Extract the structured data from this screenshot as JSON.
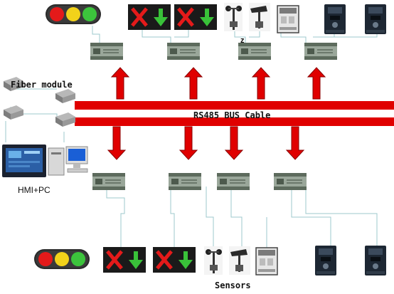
{
  "labels": {
    "fiber_module": "Fiber module",
    "bus_cable": "RS485 BUS Cable",
    "hmi_pc": "HMI+PC",
    "sensors": "Sensors",
    "stray_mark": "z"
  },
  "colors": {
    "bus_red": "#e00000",
    "plc_body": "#9aa79a",
    "plc_dark": "#4d5a4d",
    "wire": "#9ec8cc",
    "signal_red": "#e41a1a",
    "signal_yellow": "#f2d21a",
    "signal_green": "#3cc43c",
    "vfd_body": "#1d2733"
  },
  "devices": {
    "top": [
      "traffic-light",
      "lane-signal",
      "lane-signal",
      "weather-sensor",
      "weather-sensor",
      "sensor-cabinet",
      "vfd-drive",
      "vfd-drive"
    ],
    "bottom": [
      "traffic-light",
      "lane-signal",
      "lane-signal",
      "weather-sensor",
      "weather-sensor",
      "sensor-cabinet",
      "vfd-drive",
      "vfd-drive"
    ],
    "left": [
      "fiber-module",
      "fiber-module",
      "fiber-module",
      "fiber-module",
      "hmi-touchscreen",
      "desktop-pc"
    ]
  },
  "icons": [
    "up-arrow-icon",
    "down-arrow-icon",
    "x-icon",
    "down-arrow-green-icon"
  ]
}
